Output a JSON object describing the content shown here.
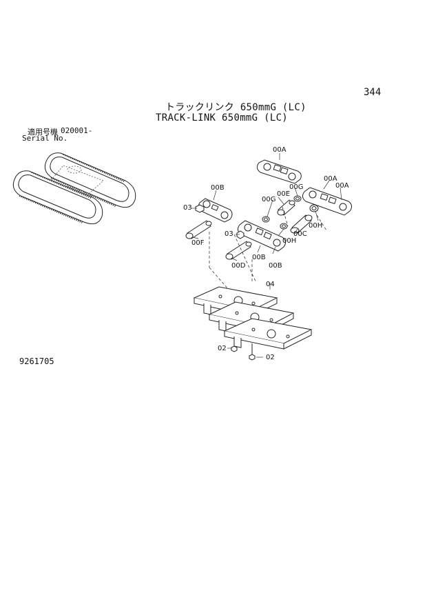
{
  "page": {
    "page_number": "344",
    "title_jp": "トラックリンク 650mmG (LC)",
    "title_en": "TRACK-LINK 650mmG (LC)",
    "serial_label_jp": "適用号機",
    "serial_label_en": "Serial No.",
    "serial_value": "020001-",
    "drawing_number": "9261705"
  },
  "callouts": {
    "link_00a_top": "00A",
    "link_00a_right": "00A",
    "link_00a_mid": "00A",
    "link_00b_top": "00B",
    "link_00b_mid": "00B",
    "link_00b_low": "00B",
    "bushing_00c": "00C",
    "pin_00d": "00D",
    "bushing_00e": "00E",
    "pin_00f": "00F",
    "seal_00g_left": "00G",
    "seal_00g_right": "00G",
    "seal_00h_left": "00H",
    "seal_00h_right": "00H",
    "nut_03_top": "03",
    "nut_03_low": "03",
    "shoe_04": "04",
    "bolt_02_left": "02",
    "bolt_02_right": "02"
  }
}
